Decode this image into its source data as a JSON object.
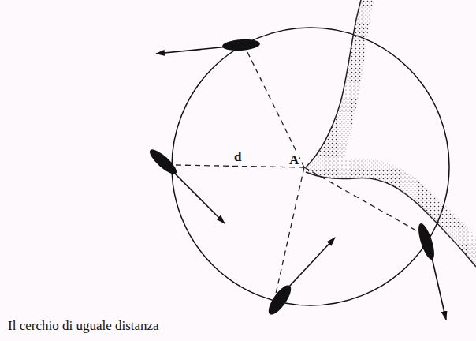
{
  "diagram": {
    "caption": "Il cerchio di uguale distanza",
    "labels": [
      "d",
      "A"
    ]
  }
}
